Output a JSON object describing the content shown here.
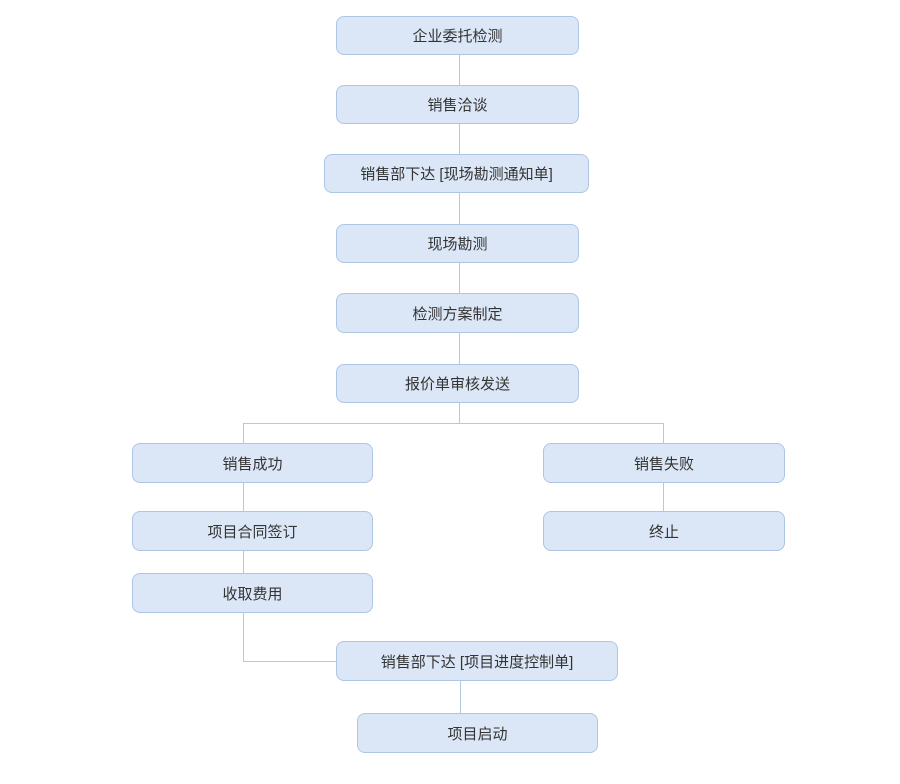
{
  "diagram": {
    "type": "flowchart",
    "colors": {
      "background": "#ffffff",
      "node_fill": "#dbe7f6",
      "node_border": "#aec6e4",
      "connector": "#b3c9e3",
      "text": "#333333"
    },
    "nodes": [
      {
        "id": "entrust-test",
        "label": "企业委托检测"
      },
      {
        "id": "sales-talk",
        "label": "销售洽谈"
      },
      {
        "id": "survey-notice",
        "label": "销售部下达 [现场勘测通知单]"
      },
      {
        "id": "site-survey",
        "label": "现场勘测"
      },
      {
        "id": "test-plan",
        "label": "检测方案制定"
      },
      {
        "id": "quotation-send",
        "label": "报价单审核发送"
      },
      {
        "id": "sales-success",
        "label": "销售成功"
      },
      {
        "id": "sales-failure",
        "label": "销售失败"
      },
      {
        "id": "contract-sign",
        "label": "项目合同签订"
      },
      {
        "id": "terminate",
        "label": "终止"
      },
      {
        "id": "fee-collect",
        "label": "收取费用"
      },
      {
        "id": "progress-control",
        "label": "销售部下达 [项目进度控制单]"
      },
      {
        "id": "project-launch",
        "label": "项目启动"
      }
    ]
  }
}
